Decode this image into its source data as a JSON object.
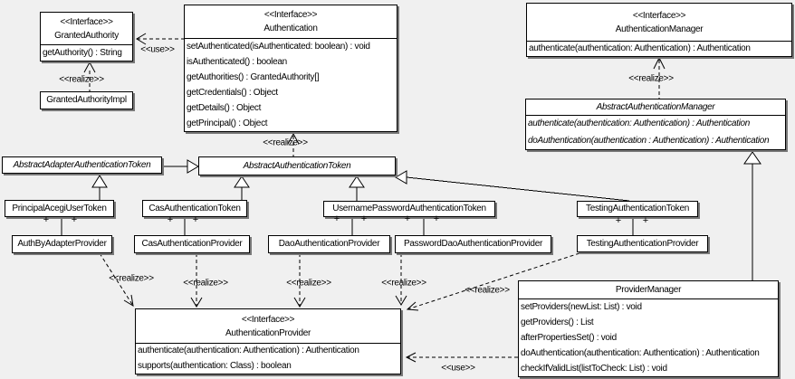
{
  "colors": {
    "background": "#f0f0f0",
    "box_fill": "#ffffff",
    "line": "#000000",
    "shadow": "#787878"
  },
  "labels": {
    "use": "<<use>>",
    "realize": "<<realize>>",
    "plus": "+"
  },
  "classes": {
    "granted_authority": {
      "stereotype": "<<Interface>>",
      "name": "GrantedAuthority",
      "methods": [
        "getAuthority() : String"
      ]
    },
    "granted_authority_impl": {
      "name": "GrantedAuthorityImpl"
    },
    "authentication": {
      "stereotype": "<<Interface>>",
      "name": "Authentication",
      "methods": [
        "setAuthenticated(isAuthenticated: boolean) : void",
        "isAuthenticated() : boolean",
        "getAuthorities() : GrantedAuthority[]",
        "getCredentials() : Object",
        "getDetails() : Object",
        "getPrincipal() : Object"
      ]
    },
    "authentication_manager": {
      "stereotype": "<<Interface>>",
      "name": "AuthenticationManager",
      "methods": [
        "authenticate(authentication: Authentication) : Authentication"
      ]
    },
    "abstract_authentication_manager": {
      "name": "AbstractAuthenticationManager",
      "methods": [
        "authenticate(authentication: Authentication) : Authentication",
        "doAuthentication(authentication : Authentication) : Authentication"
      ]
    },
    "abstract_adapter_authentication_token": {
      "name": "AbstractAdapterAuthenticationToken"
    },
    "abstract_authentication_token": {
      "name": "AbstractAuthenticationToken"
    },
    "principal_acegi_user_token": {
      "name": "PrincipalAcegiUserToken"
    },
    "cas_authentication_token": {
      "name": "CasAuthenticationToken"
    },
    "username_password_authentication_token": {
      "name": "UsernamePasswordAuthenticationToken"
    },
    "testing_authentication_token": {
      "name": "TestingAuthenticationToken"
    },
    "auth_by_adapter_provider": {
      "name": "AuthByAdapterProvider"
    },
    "cas_authentication_provider": {
      "name": "CasAuthenticationProvider"
    },
    "dao_authentication_provider": {
      "name": "DaoAuthenticationProvider"
    },
    "password_dao_authentication_provider": {
      "name": "PasswordDaoAuthenticationProvider"
    },
    "testing_authentication_provider": {
      "name": "TestingAuthenticationProvider"
    },
    "authentication_provider": {
      "stereotype": "<<Interface>>",
      "name": "AuthenticationProvider",
      "methods": [
        "authenticate(authentication: Authentication) : Authentication",
        "supports(authentication: Class) : boolean"
      ]
    },
    "provider_manager": {
      "name": "ProviderManager",
      "methods": [
        "setProviders(newList: List) : void",
        "getProviders() : List",
        "afterPropertiesSet() : void",
        "doAuthentication(authentication: Authentication) : Authentication",
        "checkIfValidList(listToCheck: List) : void"
      ]
    }
  },
  "relationships": [
    {
      "type": "use",
      "from": "Authentication",
      "to": "GrantedAuthority",
      "label": "<<use>>"
    },
    {
      "type": "realize",
      "from": "GrantedAuthorityImpl",
      "to": "GrantedAuthority",
      "label": "<<realize>>"
    },
    {
      "type": "realize",
      "from": "AbstractAuthenticationToken",
      "to": "Authentication",
      "label": "<<realize>>"
    },
    {
      "type": "realize",
      "from": "AbstractAuthenticationManager",
      "to": "AuthenticationManager",
      "label": "<<realize>>"
    },
    {
      "type": "generalization",
      "from": "AbstractAdapterAuthenticationToken",
      "to": "AbstractAuthenticationToken"
    },
    {
      "type": "generalization",
      "from": "PrincipalAcegiUserToken",
      "to": "AbstractAdapterAuthenticationToken"
    },
    {
      "type": "generalization",
      "from": "CasAuthenticationToken",
      "to": "AbstractAuthenticationToken"
    },
    {
      "type": "generalization",
      "from": "UsernamePasswordAuthenticationToken",
      "to": "AbstractAuthenticationToken"
    },
    {
      "type": "generalization",
      "from": "TestingAuthenticationToken",
      "to": "AbstractAuthenticationToken"
    },
    {
      "type": "generalization",
      "from": "ProviderManager",
      "to": "AbstractAuthenticationManager"
    },
    {
      "type": "association",
      "from": "PrincipalAcegiUserToken",
      "to": "AuthByAdapterProvider",
      "end_labels": [
        "+",
        "+"
      ]
    },
    {
      "type": "association",
      "from": "CasAuthenticationToken",
      "to": "CasAuthenticationProvider",
      "end_labels": [
        "+",
        "+"
      ]
    },
    {
      "type": "association",
      "from": "UsernamePasswordAuthenticationToken",
      "to": "DaoAuthenticationProvider",
      "end_labels": [
        "+",
        "+"
      ]
    },
    {
      "type": "association",
      "from": "UsernamePasswordAuthenticationToken",
      "to": "PasswordDaoAuthenticationProvider",
      "end_labels": [
        "+",
        "+"
      ]
    },
    {
      "type": "association",
      "from": "TestingAuthenticationToken",
      "to": "TestingAuthenticationProvider",
      "end_labels": [
        "+",
        "+"
      ]
    },
    {
      "type": "realize",
      "from": "AuthByAdapterProvider",
      "to": "AuthenticationProvider",
      "label": "<<realize>>"
    },
    {
      "type": "realize",
      "from": "CasAuthenticationProvider",
      "to": "AuthenticationProvider",
      "label": "<<realize>>"
    },
    {
      "type": "realize",
      "from": "DaoAuthenticationProvider",
      "to": "AuthenticationProvider",
      "label": "<<realize>>"
    },
    {
      "type": "realize",
      "from": "PasswordDaoAuthenticationProvider",
      "to": "AuthenticationProvider",
      "label": "<<realize>>"
    },
    {
      "type": "realize",
      "from": "TestingAuthenticationProvider",
      "to": "AuthenticationProvider",
      "label": "<<realize>>"
    },
    {
      "type": "use",
      "from": "ProviderManager",
      "to": "AuthenticationProvider",
      "label": "<<use>>"
    }
  ]
}
